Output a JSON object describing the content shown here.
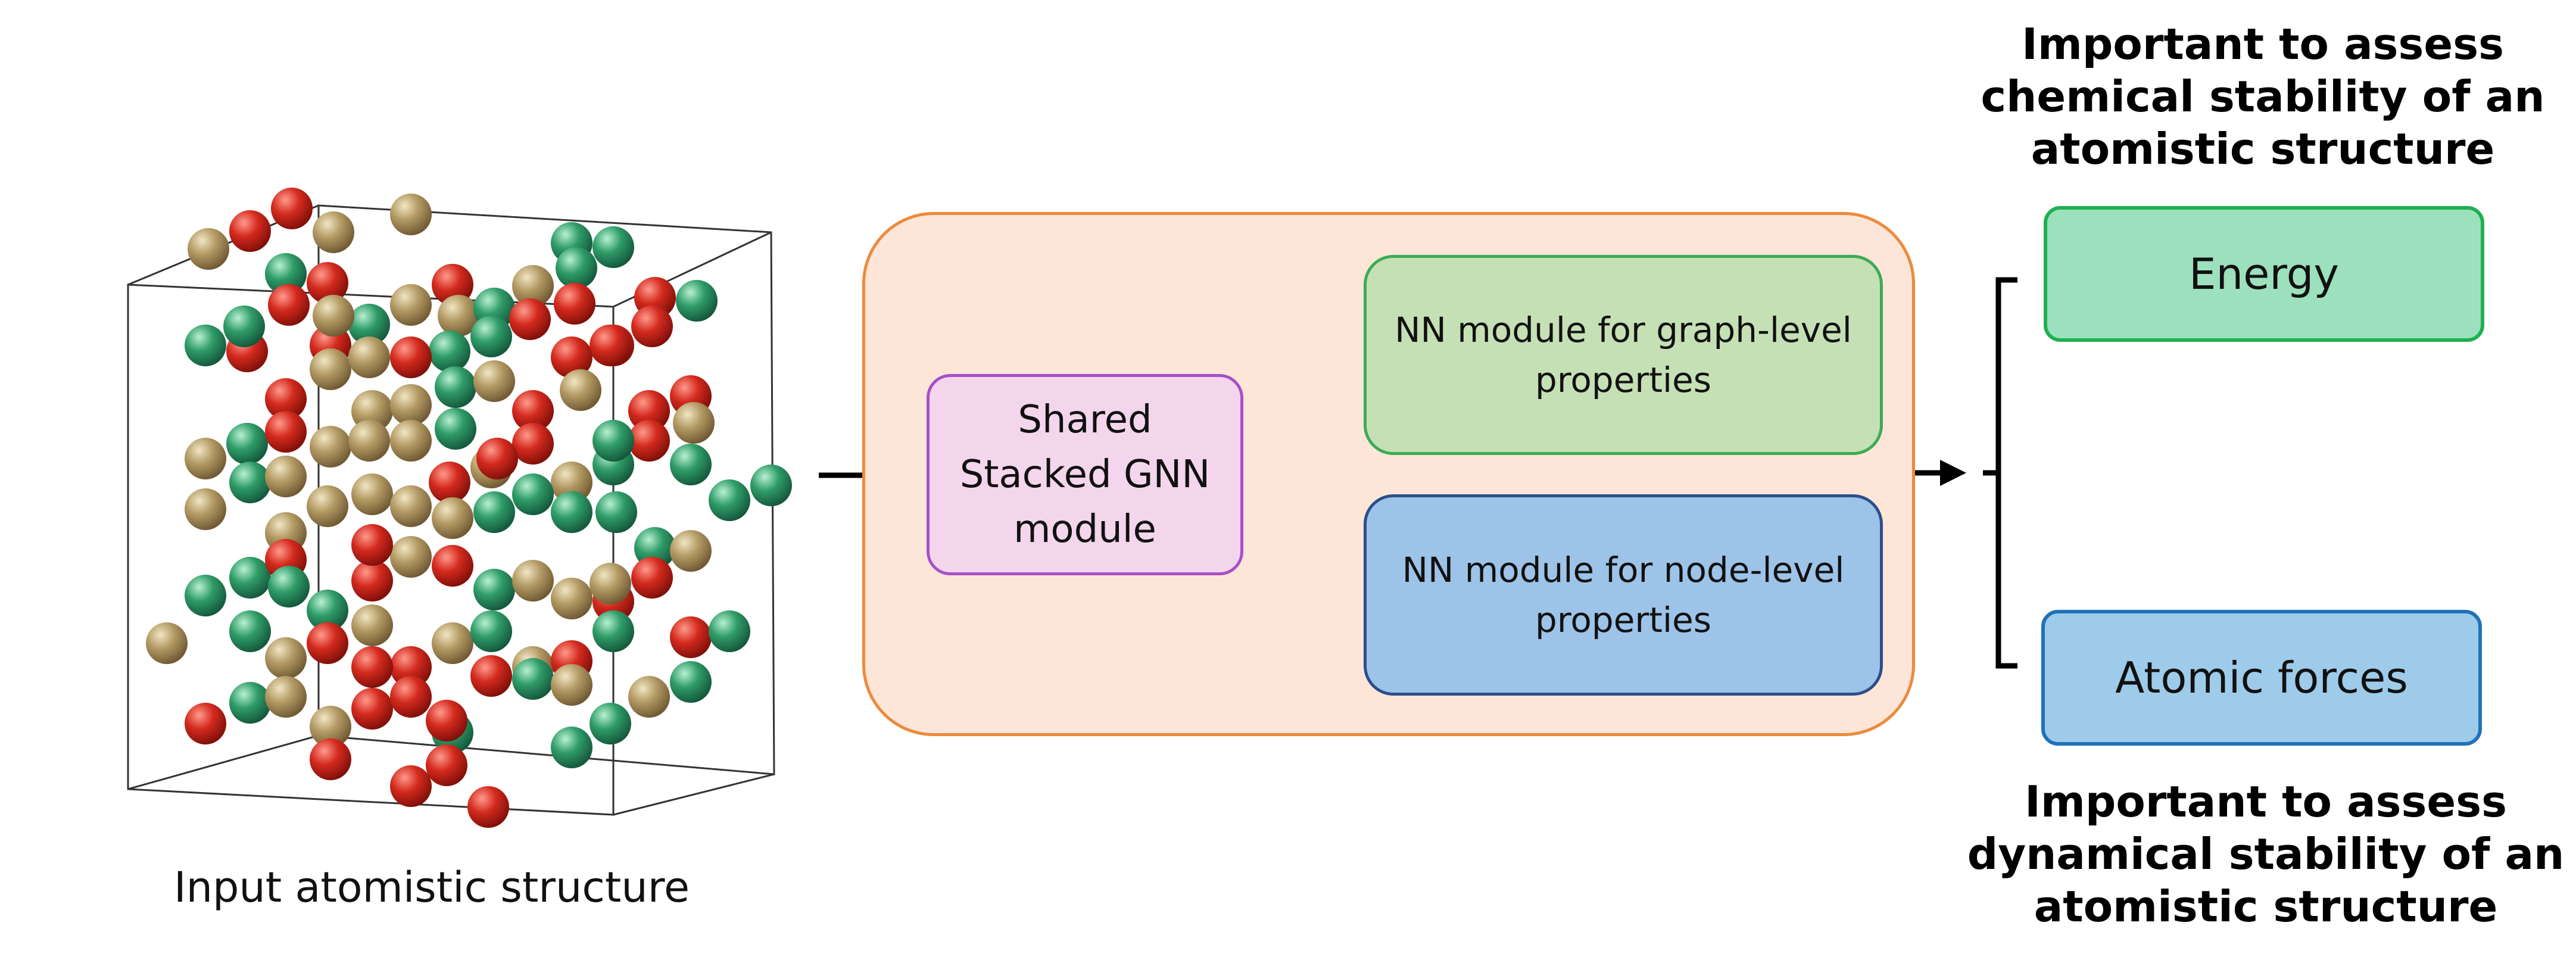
{
  "input_caption": "Input atomistic structure",
  "gnn_module": {
    "lines": [
      "Shared",
      "Stacked GNN",
      "module"
    ]
  },
  "graph_module": {
    "lines": [
      "NN module for graph-level",
      "properties"
    ]
  },
  "node_module": {
    "lines": [
      "NN module for node-level",
      "properties"
    ]
  },
  "outputs": {
    "energy": "Energy",
    "forces": "Atomic forces"
  },
  "notes": {
    "top": [
      "Important to assess",
      "chemical stability of an",
      "atomistic structure"
    ],
    "bottom": [
      "Important to assess",
      "dynamical stability of an",
      "atomistic structure"
    ]
  },
  "atom_colors": {
    "red": "#d42a1e",
    "green": "#2f9c68",
    "tan": "#b39a64"
  },
  "panel_colors": {
    "outer_fill": "#fde6d8",
    "outer_border": "#ec8a3c",
    "gnn_fill": "#f3d6ec",
    "graph_fill": "#c6e0b5",
    "node_fill": "#9dc3e8",
    "energy_fill": "#9ce0bd",
    "forces_fill": "#9fcbea"
  }
}
